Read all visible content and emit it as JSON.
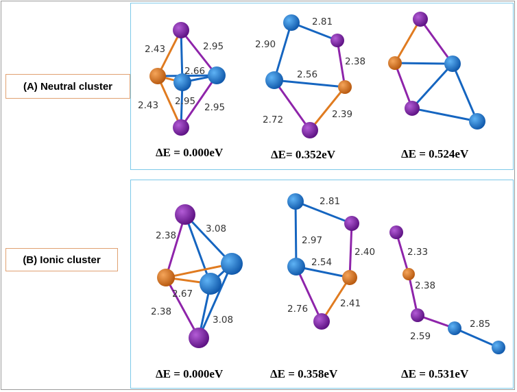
{
  "panels": {
    "a": {
      "label": "(A) Neutral cluster"
    },
    "b": {
      "label": "(B) Ionic cluster"
    }
  },
  "colors": {
    "purple_atom": "#7b1fa2",
    "orange_atom": "#e07b20",
    "blue_atom": "#1976d2",
    "bond_blue": "#1565c0",
    "bond_purple": "#8e24aa",
    "bond_orange": "#e07b20"
  },
  "energies": {
    "a1": "ΔE = 0.000eV",
    "a2": "ΔE= 0.352eV",
    "a3": "ΔE = 0.524eV",
    "b1": "ΔE = 0.000eV",
    "b2": "ΔE = 0.358eV",
    "b3": "ΔE = 0.531eV"
  },
  "bond_lengths": {
    "a1": [
      "2.43",
      "2.95",
      "2.66",
      "2.43",
      "2.95",
      "2.95"
    ],
    "a2": [
      "2.81",
      "2.90",
      "2.38",
      "2.56",
      "2.72",
      "2.39"
    ],
    "b1": [
      "2.38",
      "3.08",
      "2.67",
      "2.38",
      "3.08"
    ],
    "b2": [
      "2.81",
      "2.97",
      "2.40",
      "2.54",
      "2.76",
      "2.41"
    ],
    "b3": [
      "2.33",
      "2.38",
      "2.59",
      "2.85"
    ]
  }
}
